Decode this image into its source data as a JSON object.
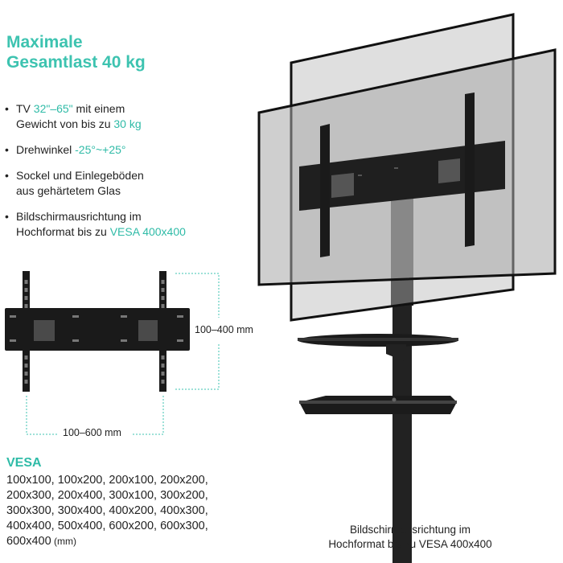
{
  "title": {
    "line1": "Maximale",
    "line2": "Gesamtlast 40 kg"
  },
  "features": [
    {
      "parts": [
        {
          "t": "TV "
        },
        {
          "t": "32\"–65\"",
          "hl": true
        },
        {
          "t": " mit einem"
        },
        {
          "br": true
        },
        {
          "t": "Gewicht von bis zu "
        },
        {
          "t": "30 kg",
          "hl": true
        }
      ]
    },
    {
      "parts": [
        {
          "t": "Drehwinkel "
        },
        {
          "t": "-25°~+25°",
          "hl": true
        }
      ]
    },
    {
      "parts": [
        {
          "t": "Sockel und Einlegeböden"
        },
        {
          "br": true
        },
        {
          "t": "aus gehärtetem Glas"
        }
      ]
    },
    {
      "parts": [
        {
          "t": "Bildschirmausrichtung im"
        },
        {
          "br": true
        },
        {
          "t": "Hochformat bis zu "
        },
        {
          "t": "VESA 400x400",
          "hl": true
        }
      ]
    }
  ],
  "bullet": "•",
  "dimensions": {
    "vertical": "100–400 mm",
    "horizontal": "100–600 mm"
  },
  "vesa": {
    "title": "VESA",
    "lines": [
      "100x100, 100x200, 200x100, 200x200,",
      "200x300, 200x400, 300x100, 300x200,",
      "300x300, 300x400, 400x200, 400x300,",
      "400x400, 500x400, 600x200, 600x300,",
      "600x400"
    ],
    "unit": " (mm)"
  },
  "caption": {
    "line1": "Bildschirmausrichtung im",
    "line2": "Hochformat bis zu VESA 400x400"
  },
  "colors": {
    "accent": "#3dc3b0",
    "mount": "#1a1a1a",
    "tv_frame": "#111111",
    "tv_glass": "#a9a9a9"
  }
}
